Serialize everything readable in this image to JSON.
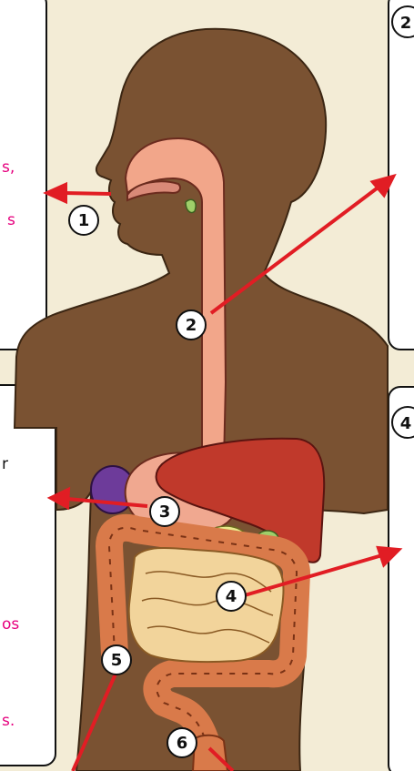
{
  "side_panels": {
    "top_left_text_1": "s,",
    "top_left_text_2": "s",
    "mid_left_text_1": "r",
    "mid_left_text_2": "os",
    "mid_left_text_3": "s."
  },
  "callouts": {
    "mouth": "1",
    "esophagus": "2",
    "stomach": "3",
    "small_intestine": "4",
    "large_intestine": "5",
    "rectum": "6",
    "top_right_partial": "2",
    "mid_right_partial": "4"
  },
  "colors": {
    "background": "#f3ecd6",
    "body": "#7a5232",
    "esophagus": "#f2a68a",
    "liver": "#c0392b",
    "intestines": "#f2d49b",
    "colon": "#d97a4a",
    "arrow": "#e11d24",
    "text_pink": "#e6007e"
  }
}
